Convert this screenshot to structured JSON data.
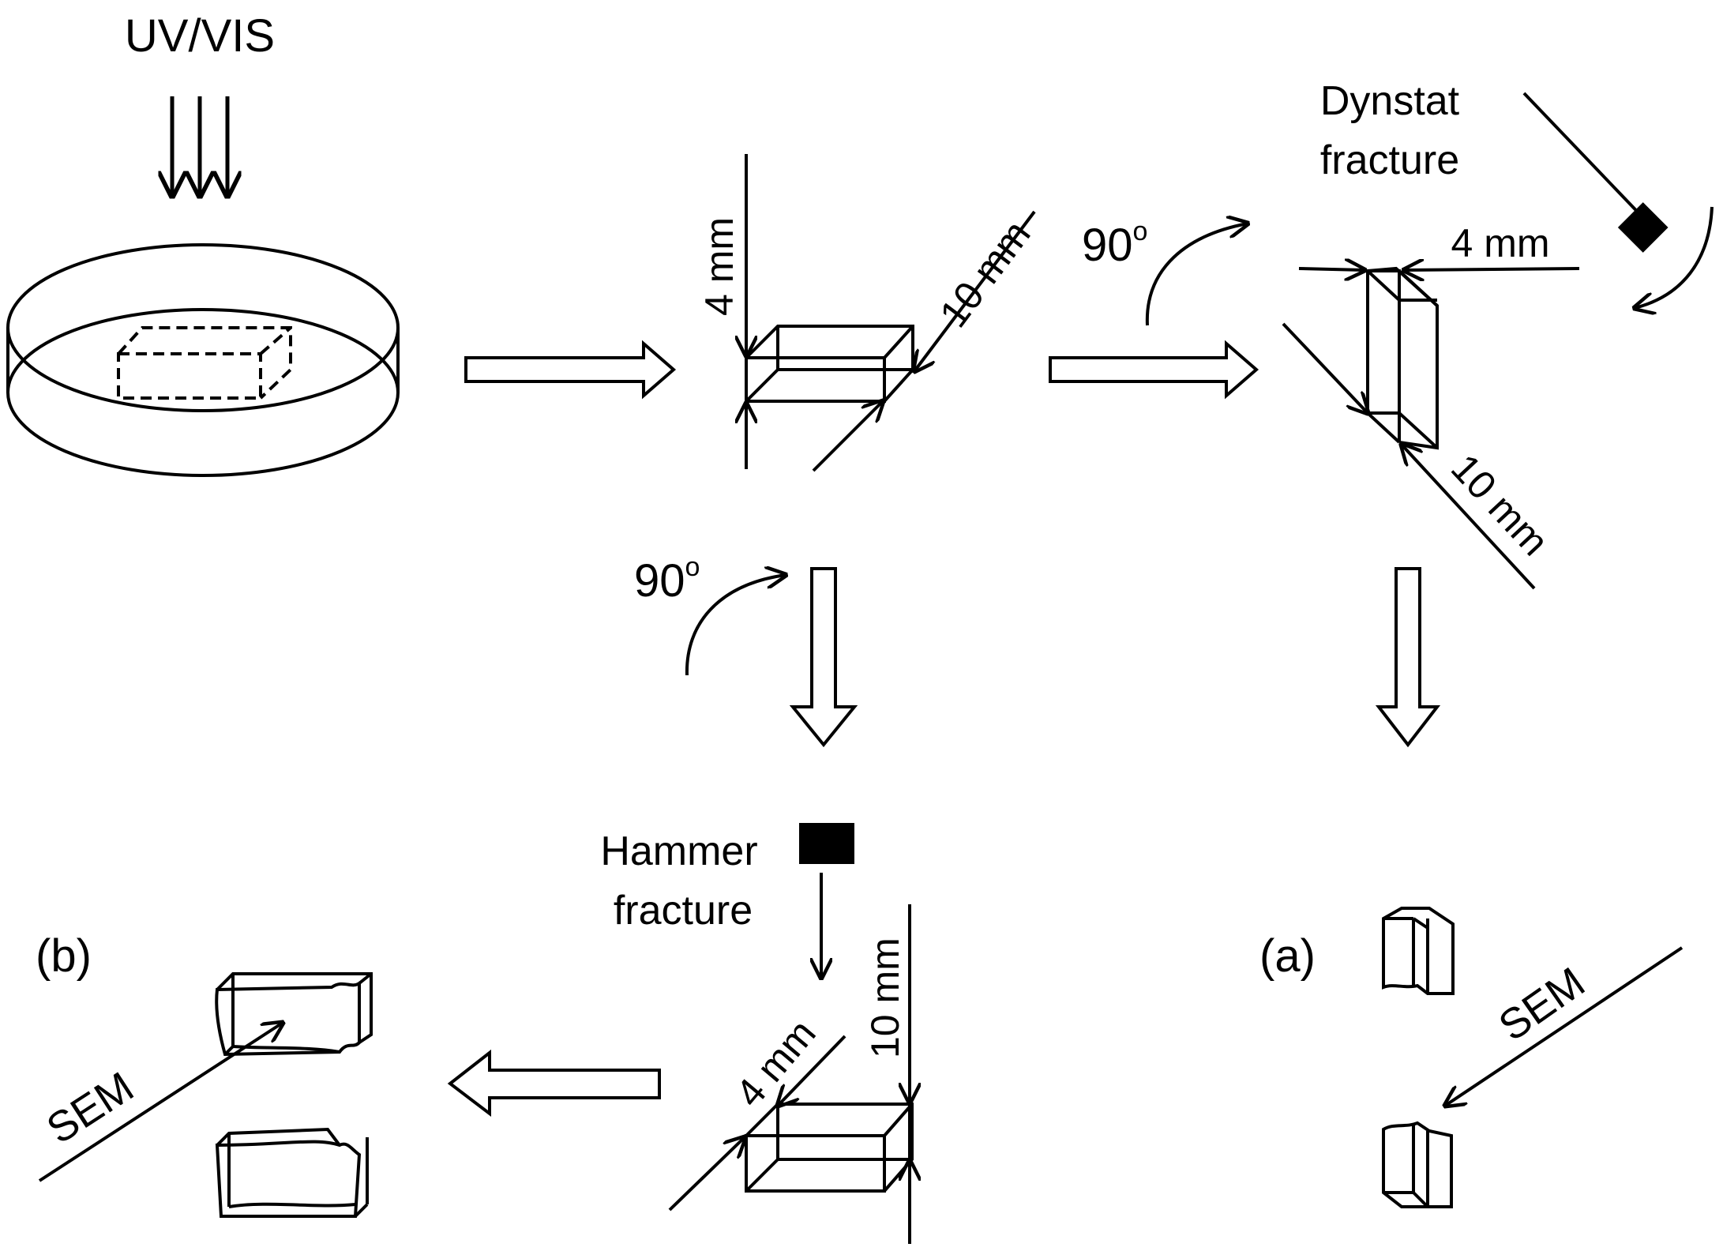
{
  "labels": {
    "uv_vis": "UV/VIS",
    "dim_4mm_a": "4 mm",
    "dim_10mm_a": "10 mm",
    "deg_90_a": "90",
    "deg_sup_a": "o",
    "dynstat_line1": "Dynstat",
    "dynstat_line2": "fracture",
    "dim_4mm_b": "4 mm",
    "dim_10mm_b": "10 mm",
    "deg_90_b": "90",
    "deg_sup_b": "o",
    "hammer_line1": "Hammer",
    "hammer_line2": "fracture",
    "dim_10mm_c": "10 mm",
    "dim_4mm_c": "4 mm",
    "panel_b": "(b)",
    "sem_b": "SEM",
    "panel_a": "(a)",
    "sem_a": "SEM"
  },
  "colors": {
    "stroke": "#000000",
    "background": "#ffffff"
  },
  "icons": [
    "uv-light-arrows",
    "petri-dish",
    "pendulum",
    "hammer",
    "flow-arrows"
  ]
}
